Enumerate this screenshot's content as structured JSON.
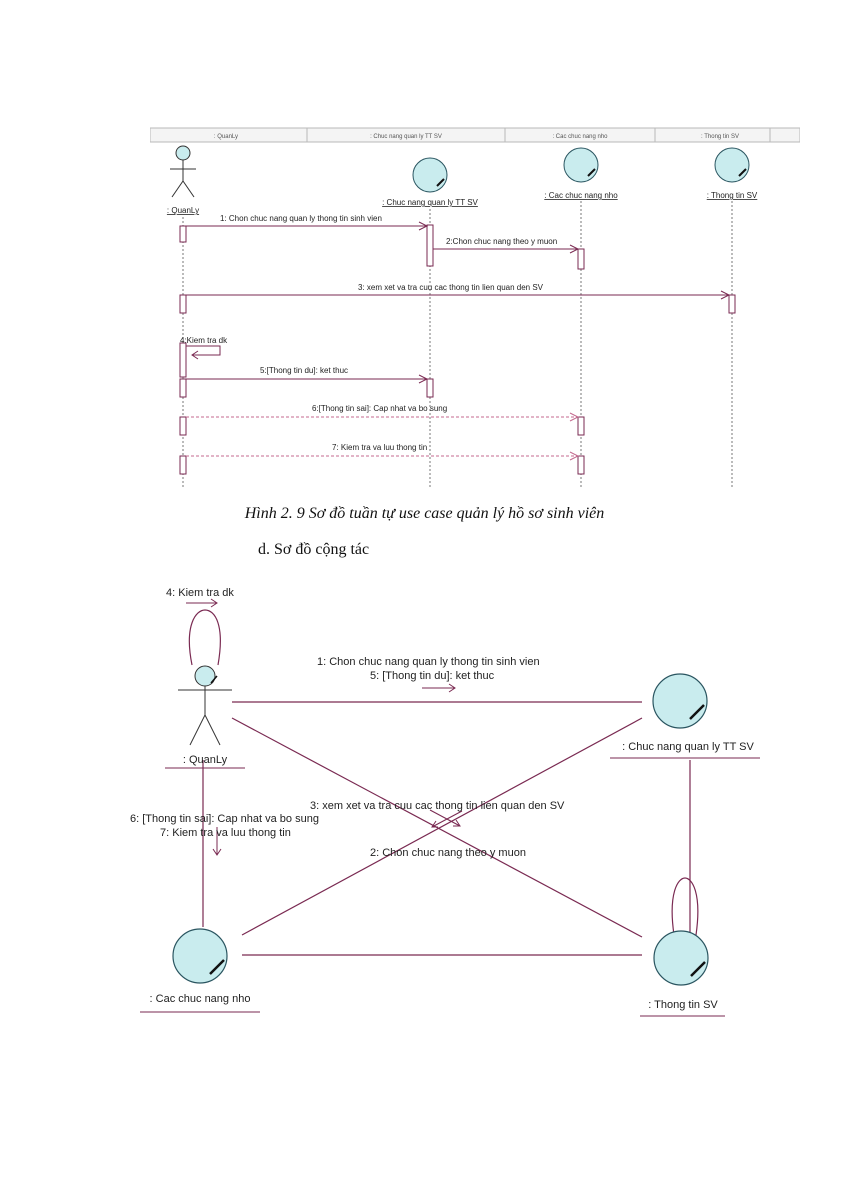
{
  "sequence": {
    "headers": [
      ": QuanLy",
      ": Chuc nang quan ly TT SV",
      ": Cac chuc nang nho",
      ": Thong tin SV"
    ],
    "objects": [
      ": QuanLy",
      ": Chuc nang quan ly TT SV",
      ": Cac chuc nang nho",
      ": Thong tin SV"
    ],
    "messages": [
      "1: Chon chuc nang quan ly thong tin sinh vien",
      "2:Chon chuc nang theo y muon",
      "3: xem xet va tra cuu cac thong tin lien quan den SV",
      "4:Kiem tra dk",
      "5:[Thong tin du]: ket thuc",
      "6:[Thong tin sai]: Cap nhat va bo sung",
      "7: Kiem tra va luu thong tin"
    ]
  },
  "caption": "Hình 2. 9 Sơ đồ tuần tự use case quản lý hồ sơ sinh viên",
  "subheading": "d.   Sơ đồ cộng tác",
  "collaboration": {
    "objects": [
      ": QuanLy",
      ": Chuc nang quan ly TT SV",
      ": Cac chuc nang nho",
      ": Thong tin SV"
    ],
    "messages": {
      "self": "4: Kiem tra dk",
      "m1": "1:  Chon chuc nang quan ly thong tin sinh vien",
      "m5": "5: [Thong tin du]: ket thuc",
      "m3": "3:  xem xet va tra cuu cac thong tin lien quan den SV",
      "m2": "2: Chon chuc nang theo y muon",
      "m6": "6: [Thong tin sai]: Cap nhat va bo sung",
      "m7": "7: Kiem tra va luu thong tin"
    }
  },
  "colors": {
    "line": "#7a2a52",
    "dash": "#c46a8f",
    "circle_fill": "#c9ecee",
    "circle_stroke": "#2a5560"
  }
}
